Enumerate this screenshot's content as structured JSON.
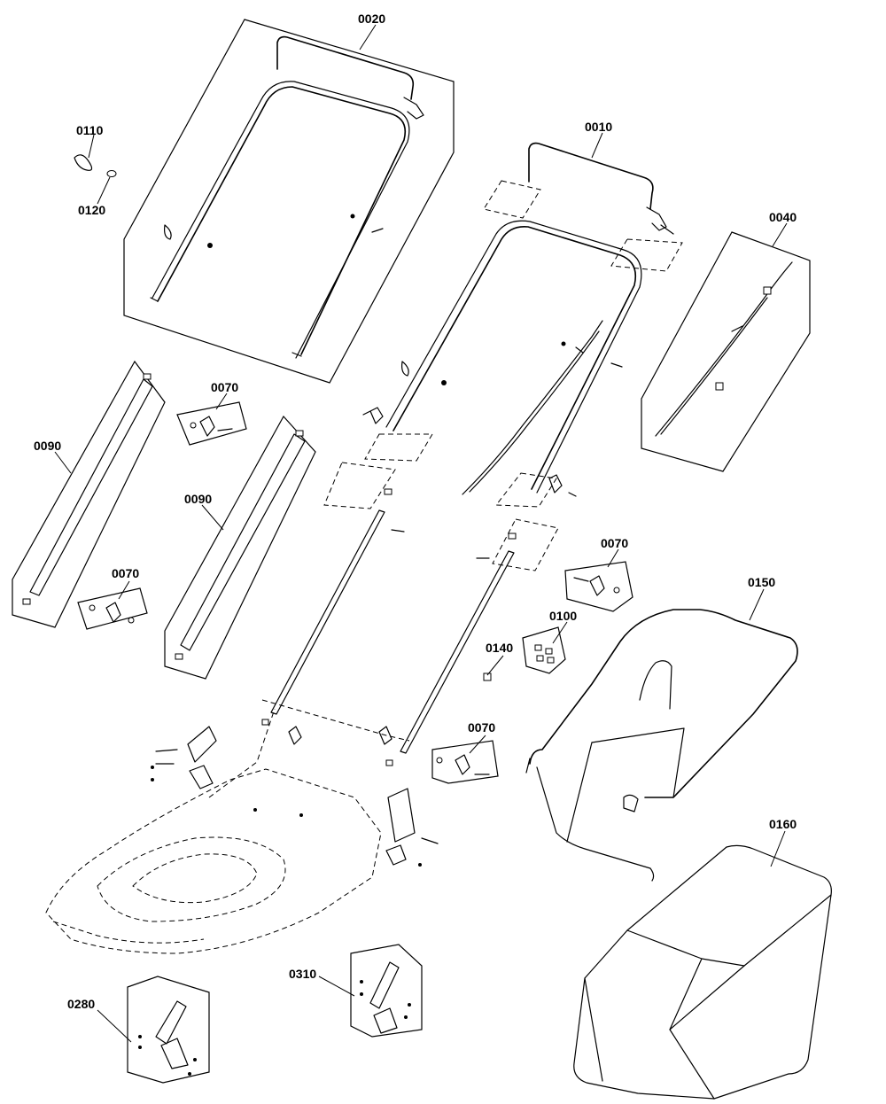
{
  "callouts": {
    "c0010": "0010",
    "c0020": "0020",
    "c0040": "0040",
    "c0070a": "0070",
    "c0070b": "0070",
    "c0070c": "0070",
    "c0070d": "0070",
    "c0090a": "0090",
    "c0090b": "0090",
    "c0100": "0100",
    "c0110": "0110",
    "c0120": "0120",
    "c0140": "0140",
    "c0150": "0150",
    "c0160": "0160",
    "c0280": "0280",
    "c0310": "0310"
  }
}
